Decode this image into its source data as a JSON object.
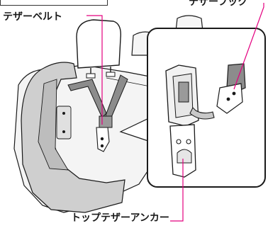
{
  "labels": {
    "tether_belt": "テザーベルト",
    "tether_hook": "テザーフック",
    "top_tether_anchor": "トップテザーアンカー"
  },
  "colors": {
    "leader_line": "#e4007f",
    "seat_fill": "#f2f2f2",
    "child_seat_fill": "#cccccc",
    "belt_fill": "#8c8c8c",
    "outline": "#1a1a1a",
    "callout_bg": "#ffffff"
  }
}
